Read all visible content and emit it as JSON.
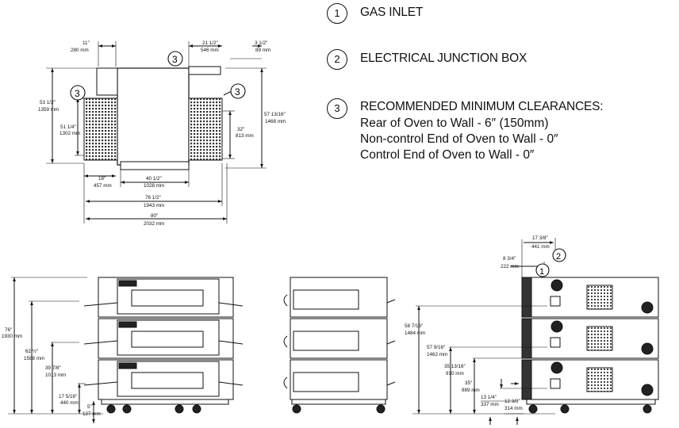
{
  "legend": {
    "items": [
      {
        "num": "1",
        "label": "GAS INLET"
      },
      {
        "num": "2",
        "label": "ELECTRICAL JUNCTION BOX"
      },
      {
        "num": "3",
        "label": "RECOMMENDED MINIMUM CLEARANCES:",
        "lines": [
          "Rear of Oven to Wall - 6″ (150mm)",
          "Non-control End of Oven to Wall - 0″",
          "Control End of Oven to Wall - 0″"
        ]
      }
    ]
  },
  "callouts": {
    "one": "1",
    "two": "2",
    "three": "3"
  },
  "top_view": {
    "dims": {
      "d11_in": "11″",
      "d11_mm": "280 mm",
      "d21_in": "21 1/2″",
      "d21_mm": "546 mm",
      "d3_in": "3 1/2″",
      "d3_mm": "89 mm",
      "d53_in": "53 1/2″",
      "d53_mm": "1359 mm",
      "d51_in": "51 1/4″",
      "d51_mm": "1302 mm",
      "d32_in": "32″",
      "d32_mm": "813 mm",
      "d57_in": "57 13/16″",
      "d57_mm": "1468 mm",
      "d18_in": "18″",
      "d18_mm": "457 mm",
      "d40_in": "40 1/2″",
      "d40_mm": "1028 mm",
      "d76_in": "76 1/2″",
      "d76_mm": "1943 mm",
      "d80_in": "80″",
      "d80_mm": "2032 mm"
    }
  },
  "front_view": {
    "dims": {
      "d76_in": "76″",
      "d76_mm": "1930 mm",
      "d62_in": "62 ½″",
      "d62_mm": "1588 mm",
      "d39_in": "39 7/8″",
      "d39_mm": "1013 mm",
      "d17_in": "17 5/16″",
      "d17_mm": "440 mm",
      "d5_in": "5″",
      "d5_mm": "127 mm"
    }
  },
  "side_view": {
    "dims": {
      "d17_in": "17 3/8″",
      "d17_mm": "441 mm",
      "d8_in": "8 3/4″",
      "d8_mm": "222 mm",
      "d58_in": "58 7/16″",
      "d58_mm": "1484 mm",
      "d57_in": "57 9/16″",
      "d57_mm": "1462 mm",
      "d35_in": "35 13/16″",
      "d35_mm": "910 mm",
      "d35b_in": "35″",
      "d35b_mm": "889 mm",
      "d13_in": "13 1/4″",
      "d13_mm": "337 mm",
      "d12_in": "12 3/8″",
      "d12_mm": "314 mm"
    }
  }
}
